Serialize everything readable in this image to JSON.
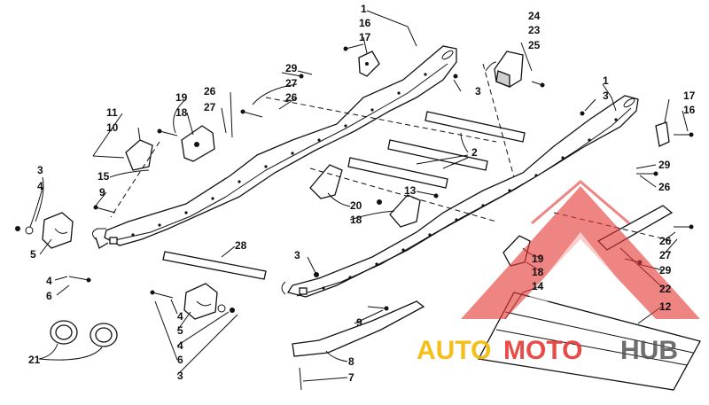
{
  "callouts": {
    "c1a": "1",
    "c16a": "16",
    "c17a": "17",
    "c24": "24",
    "c23": "23",
    "c25": "25",
    "c29a": "29",
    "c27a": "27",
    "c26a": "26",
    "c3a": "3",
    "c19a": "19",
    "c18a": "18",
    "c26b": "26",
    "c27b": "27",
    "c11": "11",
    "c10": "10",
    "c15": "15",
    "c1b": "1",
    "c3b": "3",
    "c17b": "17",
    "c16b": "16",
    "c2": "2",
    "c29b": "29",
    "c26c": "26",
    "c3c": "3",
    "c4a": "4",
    "c9a": "9",
    "c5a": "5",
    "c20": "20",
    "c18b": "18",
    "c13": "13",
    "c28": "28",
    "c3d": "3",
    "c4b": "4",
    "c6a": "6",
    "c19b": "19",
    "c18c": "18",
    "c14": "14",
    "c26d": "26",
    "c27c": "27",
    "c29c": "29",
    "c22": "22",
    "c12": "12",
    "c4c": "4",
    "c5b": "5",
    "c4d": "4",
    "c6b": "6",
    "c3e": "3",
    "c9b": "9",
    "c8": "8",
    "c7": "7",
    "c21": "21"
  },
  "watermark": {
    "text_auto": "AUTO",
    "text_moto": "MOTO",
    "text_hub": "HUB",
    "color_red": "#e53935",
    "color_yellow": "#f5b800",
    "color_grey": "#555555"
  }
}
